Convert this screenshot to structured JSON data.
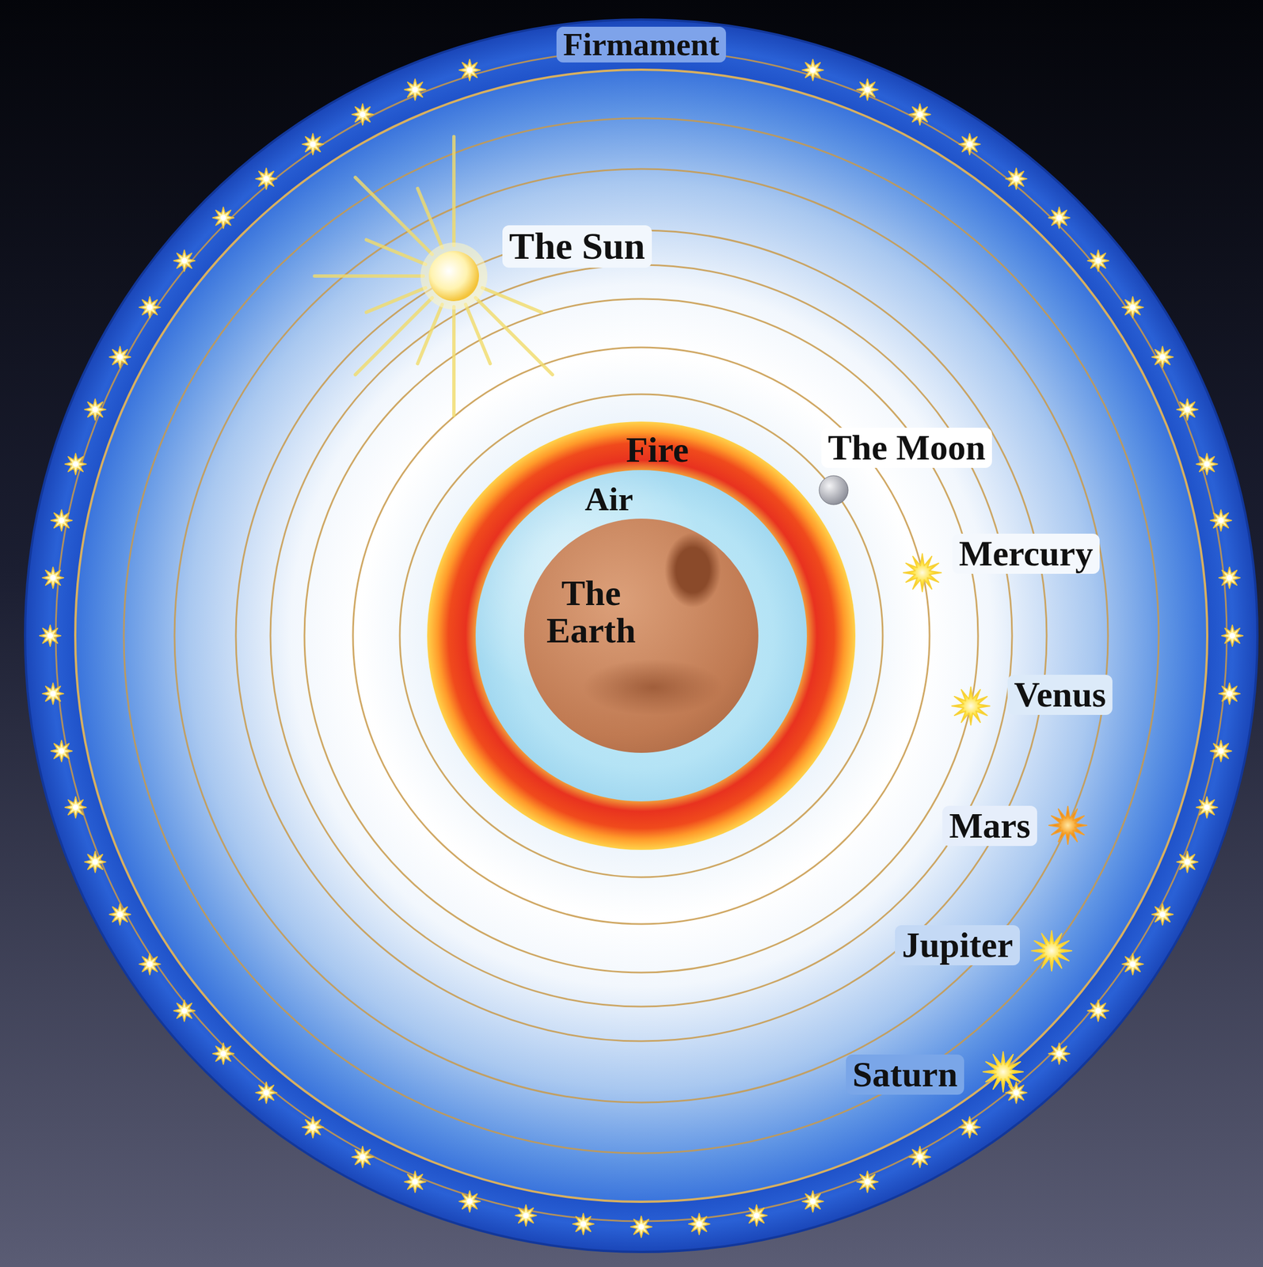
{
  "diagram": {
    "nodes": [
      {
        "text": [
          "Fire"
        ]
      },
      {
        "text": [
          "Air"
        ],
        "in": 0
      },
      {
        "text": [
          "The Earth"
        ],
        "in": 1
      }
    ],
    "labels": [
      "Firmament",
      "The Sun",
      "The Moon",
      "Mercury",
      "Venus",
      "Mars",
      "Jupiter",
      "Saturn"
    ]
  }
}
